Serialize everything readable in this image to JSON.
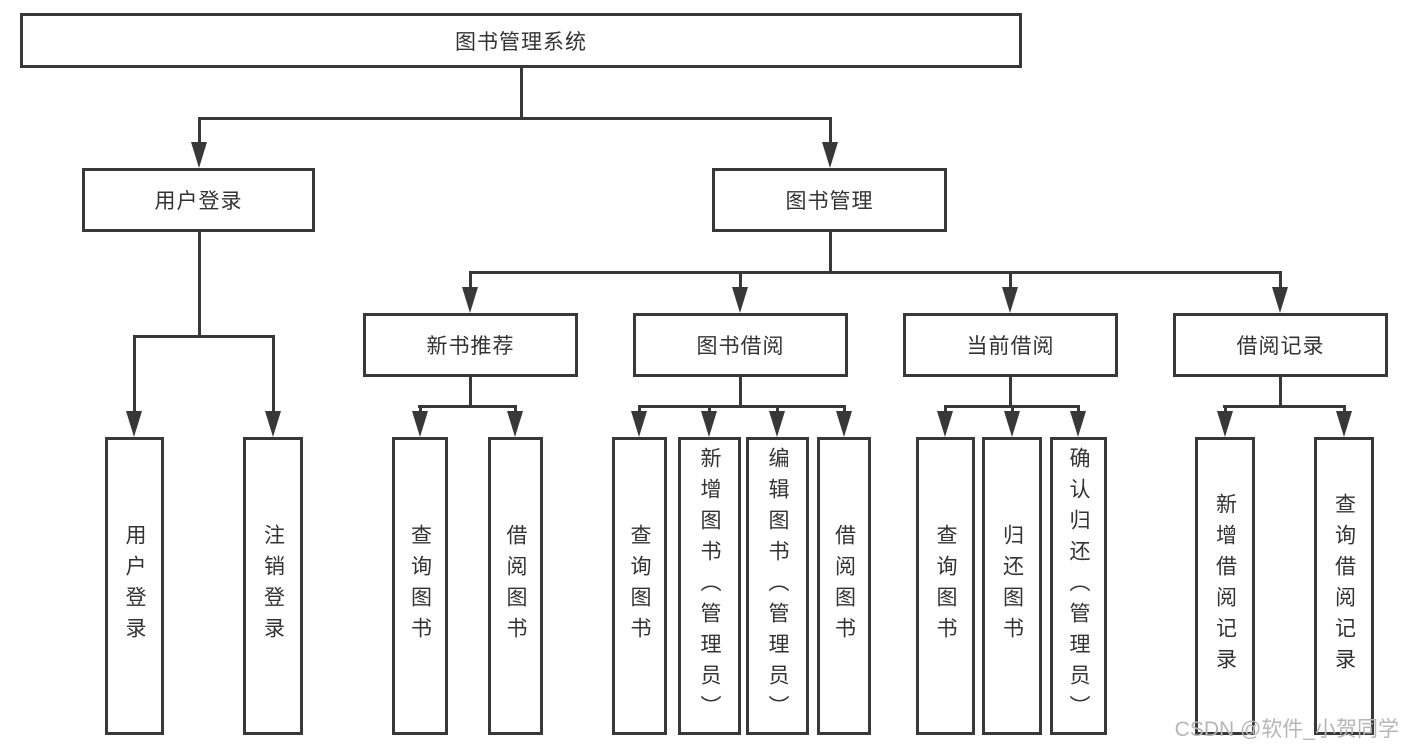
{
  "diagram": {
    "root": {
      "label": "图书管理系统"
    },
    "level2": [
      {
        "label": "用户登录"
      },
      {
        "label": "图书管理"
      }
    ],
    "level3": [
      {
        "label": "新书推荐"
      },
      {
        "label": "图书借阅"
      },
      {
        "label": "当前借阅"
      },
      {
        "label": "借阅记录"
      }
    ],
    "leaves": [
      {
        "label": "用户登录"
      },
      {
        "label": "注销登录"
      },
      {
        "label": "查询图书"
      },
      {
        "label": "借阅图书"
      },
      {
        "label": "查询图书"
      },
      {
        "label": "新增图书（管理员）"
      },
      {
        "label": "编辑图书（管理员）"
      },
      {
        "label": "借阅图书"
      },
      {
        "label": "查询图书"
      },
      {
        "label": "归还图书"
      },
      {
        "label": "确认归还（管理员）"
      },
      {
        "label": "新增借阅记录"
      },
      {
        "label": "查询借阅记录"
      }
    ]
  },
  "watermark": {
    "text": "CSDN @软件_小贺同学"
  },
  "colors": {
    "line": "#383838",
    "text": "#333333",
    "watermark": "#b6b6b6",
    "background": "#ffffff"
  }
}
